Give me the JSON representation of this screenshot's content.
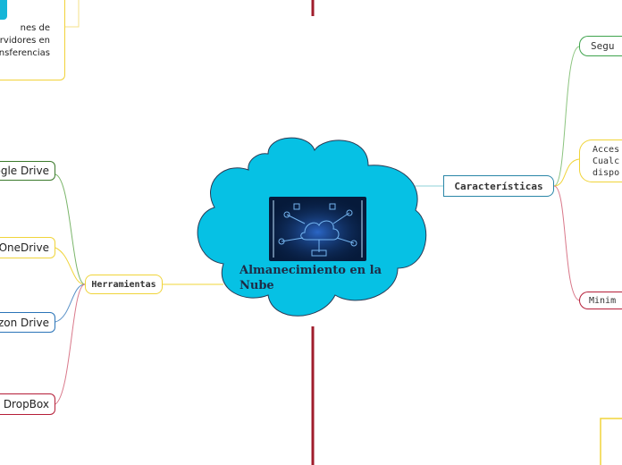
{
  "center": {
    "title": "Almanecimiento en la Nube"
  },
  "top_note": {
    "lines": [
      "nes de",
      "ervidores en",
      "ansferencias"
    ]
  },
  "herramientas": {
    "label": "Herramientas",
    "items": [
      {
        "label": "oogle Drive",
        "color": "#3c7a2c"
      },
      {
        "label": "OneDrive",
        "color": "#f0d43a"
      },
      {
        "label": "azon Drive",
        "color": "#2a74b8"
      },
      {
        "label": "DropBox",
        "color": "#b51e38"
      }
    ]
  },
  "caracteristicas": {
    "label": "Características",
    "items": [
      {
        "label": "Segu",
        "color": "#3fa34d"
      },
      {
        "lines": [
          "Acces",
          "Cualc",
          "dispo"
        ],
        "color": "#f0d43a"
      },
      {
        "label": "Minim",
        "color": "#b51e38"
      }
    ]
  },
  "colors": {
    "cloud": "#06c1e4",
    "divider": "#a01d2c",
    "herramientas_border": "#f0d43a",
    "caracteristicas_border": "#2a86a8"
  }
}
